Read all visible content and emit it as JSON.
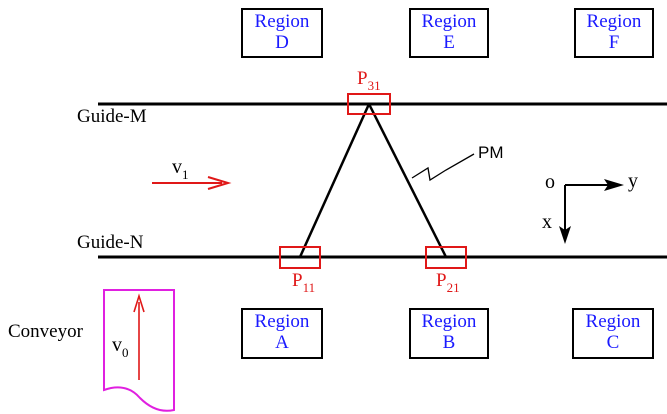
{
  "regions": [
    {
      "line1": "Region",
      "line2": "D"
    },
    {
      "line1": "Region",
      "line2": "E"
    },
    {
      "line1": "Region",
      "line2": "F"
    },
    {
      "line1": "Region",
      "line2": "A"
    },
    {
      "line1": "Region",
      "line2": "B"
    },
    {
      "line1": "Region",
      "line2": "C"
    }
  ],
  "guides": {
    "top": "Guide-M",
    "bottom": "Guide-N"
  },
  "points": {
    "p31": {
      "main": "P",
      "sub": "31"
    },
    "p11": {
      "main": "P",
      "sub": "11"
    },
    "p21": {
      "main": "P",
      "sub": "21"
    }
  },
  "pm_label": "PM",
  "velocity": {
    "main": "v",
    "sub": "1"
  },
  "conveyor": {
    "label": "Conveyor",
    "velocity_main": "v",
    "velocity_sub": "0"
  },
  "axes": {
    "origin": "o",
    "y": "y",
    "x": "x"
  },
  "colors": {
    "region_text": "#1a1aff",
    "highlight": "#e01818",
    "conveyor": "#e020e0"
  }
}
